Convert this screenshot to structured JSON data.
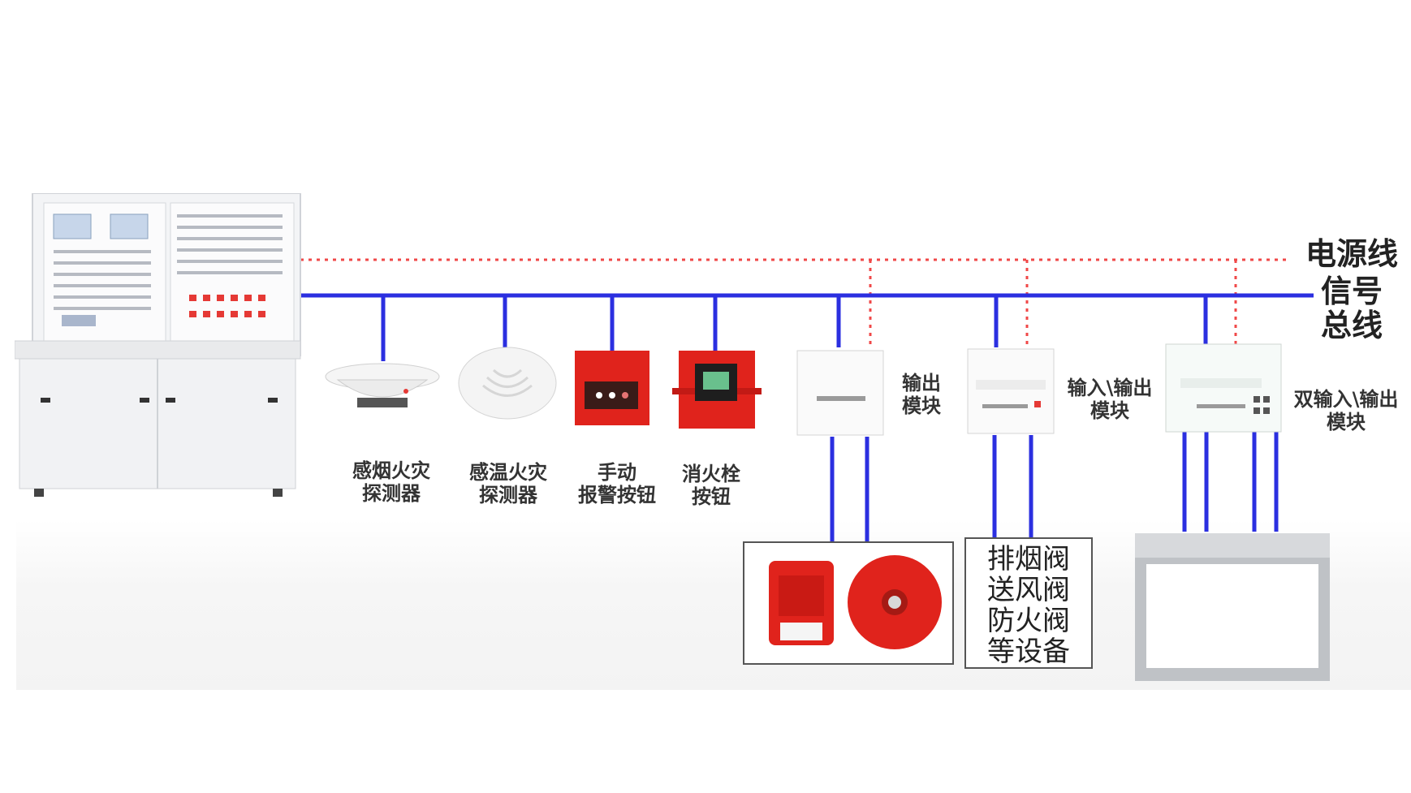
{
  "diagram": {
    "bus_labels": {
      "power_line": "电源线",
      "signal_bus": "信号\n总线"
    },
    "devices": [
      {
        "id": "smoke",
        "label": "感烟火灾\n探测器"
      },
      {
        "id": "heat",
        "label": "感温火灾\n探测器"
      },
      {
        "id": "manual",
        "label": "手动\n报警按钮"
      },
      {
        "id": "hydrant",
        "label": "消火栓\n按钮"
      }
    ],
    "modules": [
      {
        "id": "output",
        "label": "输出\n模块"
      },
      {
        "id": "io",
        "label": "输入\\输出\n模块"
      },
      {
        "id": "dual_io",
        "label": "双输入\\输出\n模块"
      }
    ],
    "equipment_box": {
      "text": "排烟阀\n送风阀\n防火阀\n等设备"
    },
    "colors": {
      "signal_bus": "#2b2fe0",
      "power_line": "#f04848",
      "device_red": "#e0231c"
    }
  }
}
